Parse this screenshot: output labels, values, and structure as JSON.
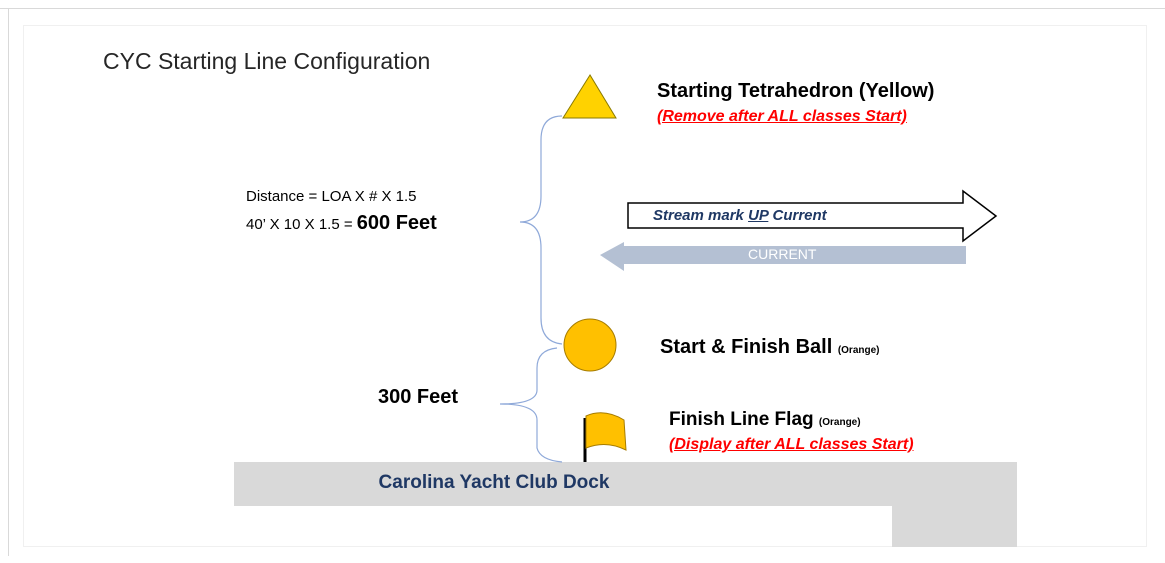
{
  "title": "CYC Starting Line Configuration",
  "tetrahedron": {
    "label": "Starting Tetrahedron (Yellow)",
    "note": "(Remove after ALL classes Start)",
    "color": "#ffd200"
  },
  "distance": {
    "formula": "Distance = LOA X # X 1.5",
    "calc_prefix": "40’ X 10 X 1.5 = ",
    "calc_result": "600 Feet"
  },
  "stream_arrow": {
    "text_part1": "Stream mark ",
    "text_up": "UP",
    "text_part2": " Current"
  },
  "current_arrow": {
    "label": "CURRENT",
    "color": "#b4c0d3"
  },
  "ball": {
    "label": "Start  & Finish Ball",
    "qualifier": "(Orange)",
    "color": "#ffc000"
  },
  "spacing": {
    "label": "300 Feet"
  },
  "flag": {
    "label": "Finish Line Flag",
    "qualifier": "(Orange)",
    "note": "(Display after ALL classes Start)",
    "color": "#ffc000"
  },
  "dock": {
    "label": "Carolina Yacht Club Dock"
  },
  "colors": {
    "brace": "#8fa9d9",
    "warning": "#ff0000",
    "dock": "#d9d9d9",
    "dock_text": "#1f3864"
  }
}
